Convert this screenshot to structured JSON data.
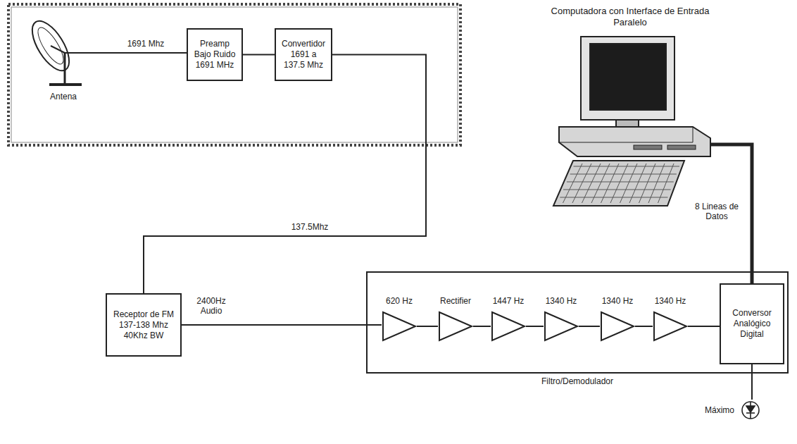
{
  "diagram": {
    "nodes": [
      {
        "text": [
          "Antena"
        ]
      },
      {
        "text": [
          "Preamp Bajo Ruido",
          "1691 MHz"
        ]
      },
      {
        "text": [
          "Convertidor",
          "1691 a 137.5 Mhz"
        ]
      },
      {
        "text": [
          "Computadora con Interface de Entrada Paralelo"
        ]
      },
      {
        "text": [
          "Receptor de FM",
          "137-138 Mhz",
          "40Khz BW"
        ]
      },
      {
        "text": [
          "Filtro/Demodulador"
        ]
      },
      {
        "text": [
          "620 Hz"
        ],
        "in": 5
      },
      {
        "text": [
          "Rectifier"
        ],
        "in": 5
      },
      {
        "text": [
          "1447 Hz"
        ],
        "in": 5
      },
      {
        "text": [
          "1340 Hz"
        ],
        "in": 5
      },
      {
        "text": [
          "1340 Hz"
        ],
        "in": 5
      },
      {
        "text": [
          "1340 Hz"
        ],
        "in": 5
      },
      {
        "text": [
          "Conversor Analógico Digital"
        ],
        "in": 5
      },
      {
        "text": [
          "Máximo"
        ]
      }
    ],
    "edges": [
      {
        "from": 0,
        "to": 1,
        "arrow": "none",
        "label": "1691 Mhz"
      },
      {
        "from": 1,
        "to": 2,
        "arrow": "none"
      },
      {
        "from": 2,
        "to": 4,
        "arrow": "none",
        "label": "137.5Mhz"
      },
      {
        "from": 4,
        "to": 6,
        "arrow": "none",
        "label": "2400Hz Audio"
      },
      {
        "from": 6,
        "to": 7,
        "arrow": "none"
      },
      {
        "from": 7,
        "to": 8,
        "arrow": "none"
      },
      {
        "from": 8,
        "to": 9,
        "arrow": "none"
      },
      {
        "from": 9,
        "to": 10,
        "arrow": "none"
      },
      {
        "from": 10,
        "to": 11,
        "arrow": "none"
      },
      {
        "from": 11,
        "to": 12,
        "arrow": "none"
      },
      {
        "from": 12,
        "to": 3,
        "arrow": "none",
        "label": "8 Lineas de Datos"
      },
      {
        "from": 12,
        "to": 13,
        "arrow": "none"
      }
    ]
  }
}
